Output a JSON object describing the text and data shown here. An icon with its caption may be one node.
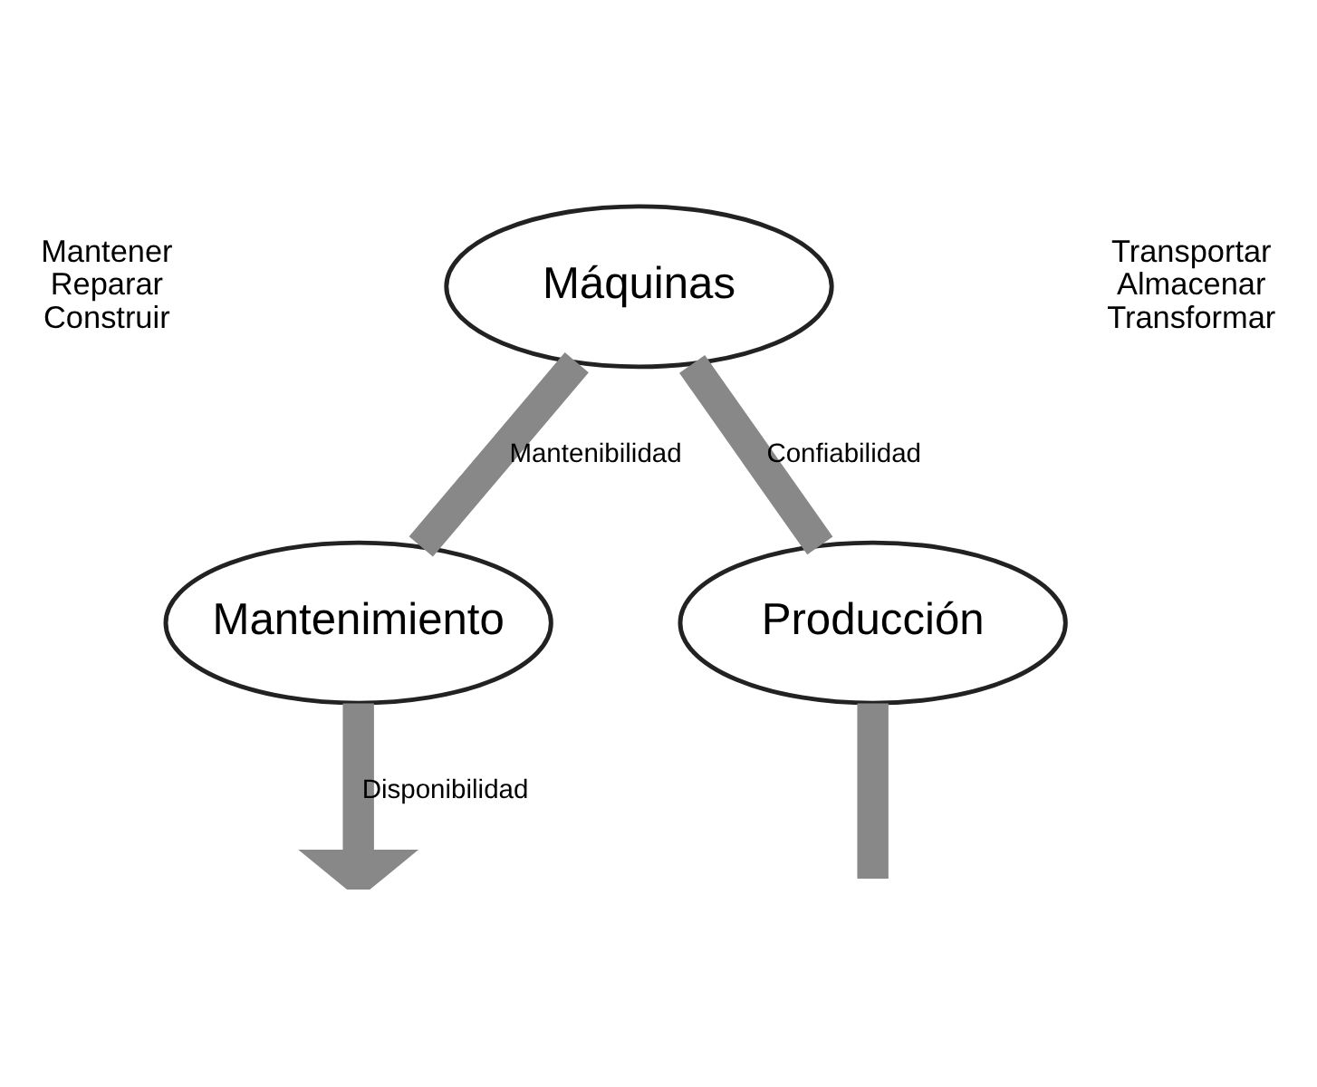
{
  "diagram": {
    "nodes": [
      {
        "text": [
          "Máquinas"
        ]
      },
      {
        "text": [
          "Mantenimiento"
        ]
      },
      {
        "text": [
          "Producción"
        ]
      }
    ],
    "edges": [
      {
        "from": 0,
        "to": 1,
        "arrow": "none",
        "label": "Mantenibilidad"
      },
      {
        "from": 0,
        "to": 2,
        "arrow": "none",
        "label": "Confiabilidad"
      },
      {
        "from": 1,
        "to": null,
        "arrow": "to",
        "label": "Disponibilidad"
      },
      {
        "from": 2,
        "to": null,
        "arrow": "none"
      }
    ],
    "labels": [
      "Mantener Reparar Construir",
      "Transportar Almacenar Transformar"
    ]
  }
}
